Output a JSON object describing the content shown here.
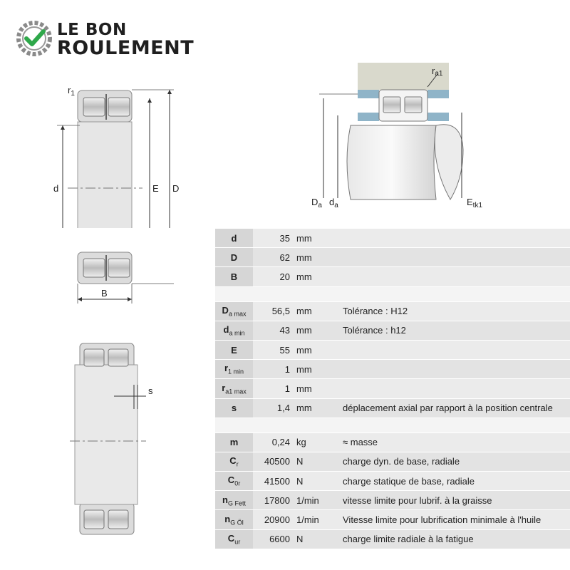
{
  "logo": {
    "line1": "LE BON",
    "line2": "ROULEMENT",
    "accent_color": "#2ea84a"
  },
  "drawing_labels": {
    "r1": "r",
    "r1_sub": "1",
    "d": "d",
    "E": "E",
    "D": "D",
    "B": "B",
    "s": "s",
    "ra1": "r",
    "ra1_sub": "a1",
    "Da": "D",
    "Da_sub": "a",
    "da": "d",
    "da_sub": "a",
    "Etk1": "E",
    "Etk1_sub": "tk1"
  },
  "specs": [
    {
      "sym": "d",
      "sub": "",
      "value": "35",
      "unit": "mm",
      "desc": ""
    },
    {
      "sym": "D",
      "sub": "",
      "value": "62",
      "unit": "mm",
      "desc": ""
    },
    {
      "sym": "B",
      "sub": "",
      "value": "20",
      "unit": "mm",
      "desc": ""
    },
    {
      "gap": true
    },
    {
      "sym": "D",
      "sub": "a max",
      "value": "56,5",
      "unit": "mm",
      "desc": "Tolérance : H12"
    },
    {
      "sym": "d",
      "sub": "a min",
      "value": "43",
      "unit": "mm",
      "desc": "Tolérance : h12"
    },
    {
      "sym": "E",
      "sub": "",
      "value": "55",
      "unit": "mm",
      "desc": ""
    },
    {
      "sym": "r",
      "sub": "1 min",
      "value": "1",
      "unit": "mm",
      "desc": ""
    },
    {
      "sym": "r",
      "sub": "a1 max",
      "value": "1",
      "unit": "mm",
      "desc": ""
    },
    {
      "sym": "s",
      "sub": "",
      "value": "1,4",
      "unit": "mm",
      "desc": "déplacement axial par rapport à la position centrale"
    },
    {
      "gap": true
    },
    {
      "sym": "m",
      "sub": "",
      "value": "0,24",
      "unit": "kg",
      "desc": "≈ masse"
    },
    {
      "sym": "C",
      "sub": "r",
      "value": "40500",
      "unit": "N",
      "desc": "charge dyn. de base, radiale"
    },
    {
      "sym": "C",
      "sub": "0r",
      "value": "41500",
      "unit": "N",
      "desc": "charge statique de base, radiale"
    },
    {
      "sym": "n",
      "sub": "G Fett",
      "value": "17800",
      "unit": "1/min",
      "desc": "vitesse limite pour lubrif. à la graisse"
    },
    {
      "sym": "n",
      "sub": "G Öl",
      "value": "20900",
      "unit": "1/min",
      "desc": "Vitesse limite pour lubrification minimale à l'huile"
    },
    {
      "sym": "C",
      "sub": "ur",
      "value": "6600",
      "unit": "N",
      "desc": "charge limite radiale à la fatigue"
    }
  ]
}
